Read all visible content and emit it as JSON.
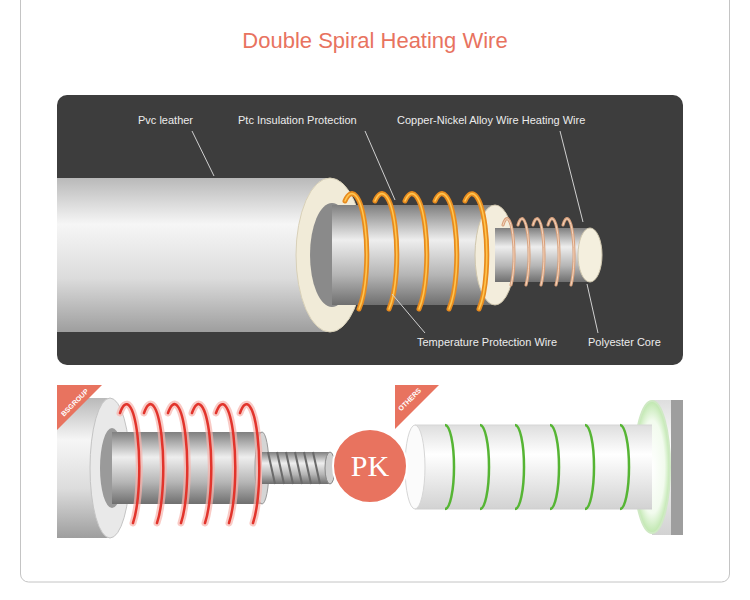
{
  "diagram": {
    "title": "Double Spiral Heating Wire",
    "nodes": [
      {
        "text": [
          "BSGROUP"
        ]
      },
      {
        "text": [
          "PK"
        ]
      },
      {
        "text": [
          "OTHERS"
        ]
      }
    ],
    "labels": [
      "Pvc leather",
      "Ptc Insulation Protection",
      "Copper-Nickel Alloy Wire Heating Wire",
      "Temperature Protection Wire",
      "Polyester Core"
    ]
  }
}
